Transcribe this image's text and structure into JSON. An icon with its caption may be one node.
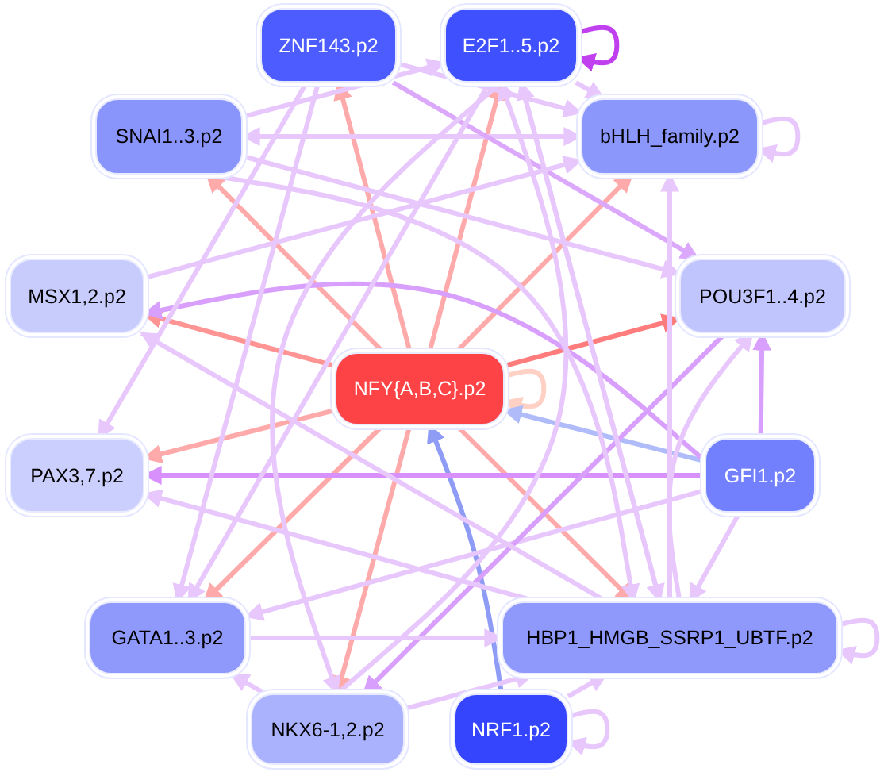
{
  "diagram": {
    "nodes": [
      {
        "text": [
          "ZNF143.p2"
        ]
      },
      {
        "text": [
          "E2F1..5.p2"
        ]
      },
      {
        "text": [
          "SNAI1..3.p2"
        ]
      },
      {
        "text": [
          "bHLH_family.p2"
        ]
      },
      {
        "text": [
          "MSX1,2.p2"
        ]
      },
      {
        "text": [
          "POU3F1..4.p2"
        ]
      },
      {
        "text": [
          "NFY{A,B,C}.p2"
        ]
      },
      {
        "text": [
          "PAX3,7.p2"
        ]
      },
      {
        "text": [
          "GFI1.p2"
        ]
      },
      {
        "text": [
          "GATA1..3.p2"
        ]
      },
      {
        "text": [
          "HBP1_HMGB_SSRP1_UBTF.p2"
        ]
      },
      {
        "text": [
          "NKX6-1,2.p2"
        ]
      },
      {
        "text": [
          "NRF1.p2"
        ]
      }
    ],
    "edges": [
      {
        "from": 6,
        "to": 0,
        "arrow": "to",
        "color": "#ffaaaa"
      },
      {
        "from": 6,
        "to": 1,
        "arrow": "to",
        "color": "#ffaaaa"
      },
      {
        "from": 6,
        "to": 2,
        "arrow": "to",
        "color": "#ffaaaa"
      },
      {
        "from": 6,
        "to": 3,
        "arrow": "to",
        "color": "#ffaaaa"
      },
      {
        "from": 6,
        "to": 4,
        "arrow": "to",
        "color": "#ff9494"
      },
      {
        "from": 6,
        "to": 5,
        "arrow": "to",
        "color": "#ff7c7c"
      },
      {
        "from": 6,
        "to": 7,
        "arrow": "to",
        "color": "#ffaaaa"
      },
      {
        "from": 6,
        "to": 9,
        "arrow": "to",
        "color": "#ffaaaa"
      },
      {
        "from": 6,
        "to": 11,
        "arrow": "to",
        "color": "#ffaaaa"
      },
      {
        "from": 6,
        "to": 10,
        "arrow": "to",
        "color": "#ffaaaa"
      },
      {
        "from": 6,
        "to": 6,
        "arrow": "to",
        "color": "#ffd0c4"
      },
      {
        "from": 8,
        "to": 6,
        "arrow": "to",
        "color": "#b0bcfa"
      },
      {
        "from": 12,
        "to": 6,
        "arrow": "to",
        "color": "#8f9cf5"
      },
      {
        "from": 8,
        "to": 7,
        "arrow": "to",
        "color": "#d890fc"
      },
      {
        "from": 8,
        "to": 4,
        "arrow": "to",
        "color": "#d8a0fc"
      },
      {
        "from": 8,
        "to": 5,
        "arrow": "to",
        "color": "#d8a0fc"
      },
      {
        "from": 8,
        "to": 10,
        "arrow": "to"
      },
      {
        "from": 8,
        "to": 9,
        "arrow": "to"
      },
      {
        "from": 5,
        "to": 11,
        "arrow": "to",
        "color": "#d8a0fc"
      },
      {
        "from": 1,
        "to": 1,
        "arrow": "to",
        "color": "#c040f0"
      },
      {
        "from": 3,
        "to": 3,
        "arrow": "to"
      },
      {
        "from": 10,
        "to": 10,
        "arrow": "to"
      },
      {
        "from": 12,
        "to": 12,
        "arrow": "to"
      },
      {
        "from": 2,
        "to": 3,
        "arrow": "both"
      },
      {
        "from": 2,
        "to": 1,
        "arrow": "to"
      },
      {
        "from": 0,
        "to": 3,
        "arrow": "to"
      },
      {
        "from": 0,
        "to": 5,
        "arrow": "to",
        "color": "#dca8fc"
      },
      {
        "from": 1,
        "to": 3,
        "arrow": "to"
      },
      {
        "from": 4,
        "to": 3,
        "arrow": "to"
      },
      {
        "from": 0,
        "to": 9,
        "arrow": "to"
      },
      {
        "from": 1,
        "to": 9,
        "arrow": "to"
      },
      {
        "from": 1,
        "to": 11,
        "arrow": "to"
      },
      {
        "from": 1,
        "to": 10,
        "arrow": "to"
      },
      {
        "from": 10,
        "to": 3,
        "arrow": "to"
      },
      {
        "from": 10,
        "to": 1,
        "arrow": "to"
      },
      {
        "from": 10,
        "to": 5,
        "arrow": "to"
      },
      {
        "from": 10,
        "to": 7,
        "arrow": "to"
      },
      {
        "from": 2,
        "to": 10,
        "arrow": "to"
      },
      {
        "from": 9,
        "to": 10,
        "arrow": "to"
      },
      {
        "from": 11,
        "to": 9,
        "arrow": "to"
      },
      {
        "from": 11,
        "to": 10,
        "arrow": "to"
      },
      {
        "from": 12,
        "to": 10,
        "arrow": "to"
      },
      {
        "from": 2,
        "to": 5,
        "arrow": "to"
      },
      {
        "from": 10,
        "to": 4,
        "arrow": "to"
      },
      {
        "from": 0,
        "to": 7,
        "arrow": "to"
      },
      {
        "from": 11,
        "to": 1,
        "arrow": "to"
      }
    ]
  }
}
